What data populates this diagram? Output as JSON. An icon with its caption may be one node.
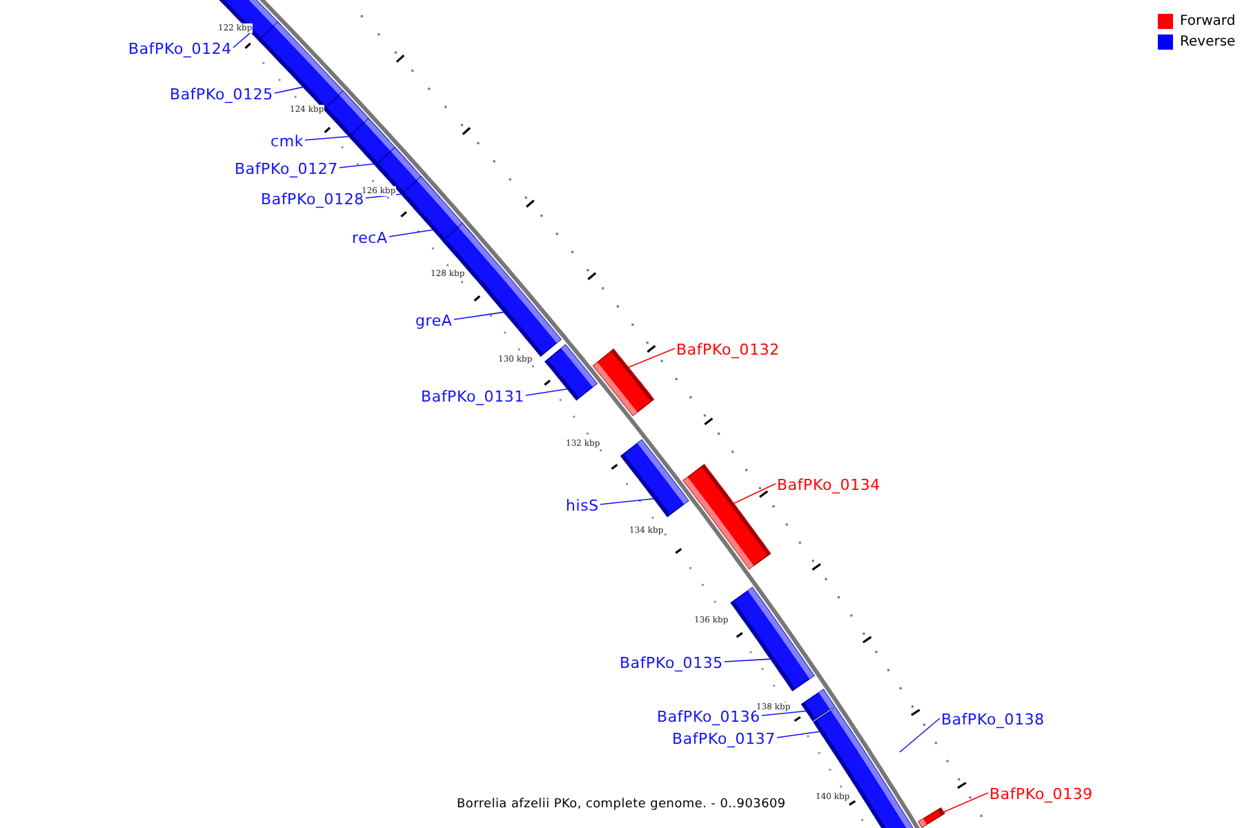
{
  "diagram": {
    "caption": "Borrelia afzelii PKo, complete genome. - 0..903609",
    "nodes": [
      {
        "text": [
          "BafPKo_0124"
        ]
      },
      {
        "text": [
          "BafPKo_0125"
        ]
      },
      {
        "text": [
          "cmk"
        ]
      },
      {
        "text": [
          "BafPKo_0127"
        ]
      },
      {
        "text": [
          "BafPKo_0128"
        ]
      },
      {
        "text": [
          "recA"
        ]
      },
      {
        "text": [
          "greA"
        ]
      },
      {
        "text": [
          "BafPKo_0131"
        ]
      },
      {
        "text": [
          "BafPKo_0132"
        ]
      },
      {
        "text": [
          "hisS"
        ]
      },
      {
        "text": [
          "BafPKo_0134"
        ]
      },
      {
        "text": [
          "BafPKo_0135"
        ]
      },
      {
        "text": [
          "BafPKo_0136"
        ]
      },
      {
        "text": [
          "BafPKo_0137"
        ]
      },
      {
        "text": [
          "BafPKo_0138"
        ]
      },
      {
        "text": [
          "BafPKo_0139"
        ]
      },
      {
        "text": [],
        "shape": "bar"
      },
      {
        "text": [],
        "shape": "bar"
      },
      {
        "text": [],
        "shape": "bar"
      },
      {
        "text": [],
        "shape": "bar"
      },
      {
        "text": [],
        "shape": "bar"
      },
      {
        "text": [],
        "shape": "bar"
      },
      {
        "text": [],
        "shape": "bar"
      },
      {
        "text": [],
        "shape": "bar"
      },
      {
        "text": [],
        "shape": "bar"
      },
      {
        "text": [],
        "shape": "bar"
      },
      {
        "text": [],
        "shape": "bar"
      },
      {
        "text": [],
        "shape": "bar"
      },
      {
        "text": [],
        "shape": "bar"
      },
      {
        "text": [],
        "shape": "bar"
      },
      {
        "text": [],
        "shape": "bar"
      }
    ],
    "edges": [
      {
        "from": 0,
        "to": 16,
        "arrow": "none"
      },
      {
        "from": 1,
        "to": 17,
        "arrow": "none"
      },
      {
        "from": 2,
        "to": 18,
        "arrow": "none"
      },
      {
        "from": 3,
        "to": 19,
        "arrow": "none"
      },
      {
        "from": 4,
        "to": 20,
        "arrow": "none"
      },
      {
        "from": 5,
        "to": 21,
        "arrow": "none"
      },
      {
        "from": 6,
        "to": 22,
        "arrow": "none"
      },
      {
        "from": 7,
        "to": 23,
        "arrow": "none"
      },
      {
        "from": 8,
        "to": 24,
        "arrow": "none",
        "color": "#ff0000"
      },
      {
        "from": 9,
        "to": 25,
        "arrow": "none"
      },
      {
        "from": 10,
        "to": 26,
        "arrow": "none",
        "color": "#ff0000"
      },
      {
        "from": 11,
        "to": 27,
        "arrow": "none"
      },
      {
        "from": 12,
        "to": 28,
        "arrow": "none"
      },
      {
        "from": 13,
        "to": 29,
        "arrow": "none"
      },
      {
        "from": 14,
        "to": null,
        "arrow": "none"
      },
      {
        "from": 15,
        "to": 30,
        "arrow": "none",
        "color": "#ff0000"
      }
    ],
    "labels": [
      "122 kbp",
      "124 kbp",
      "126 kbp",
      "128 kbp",
      "130 kbp",
      "132 kbp",
      "134 kbp",
      "136 kbp",
      "138 kbp",
      "140 kbp"
    ],
    "legend": [
      {
        "text": "Forward",
        "color": "#ff0000"
      },
      {
        "text": "Reverse",
        "color": "#0000ff"
      }
    ]
  }
}
